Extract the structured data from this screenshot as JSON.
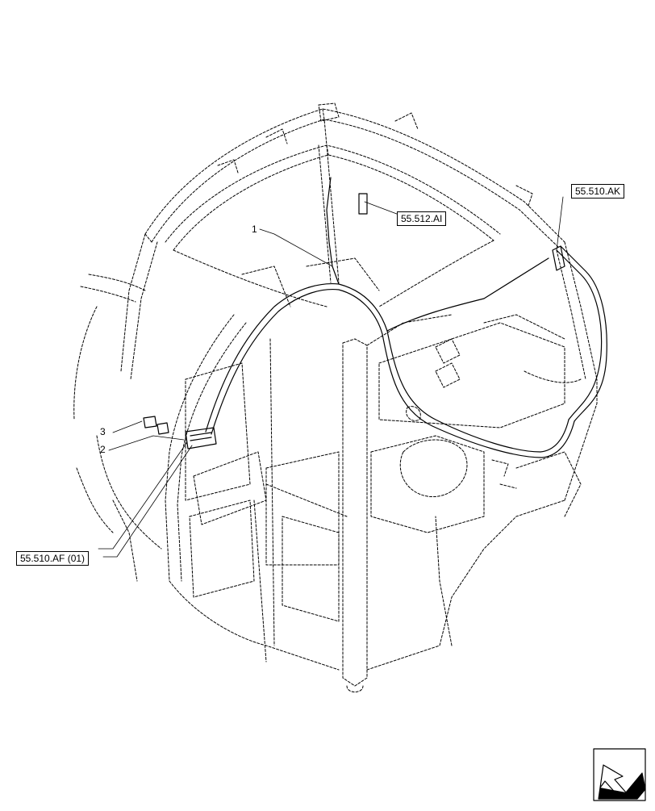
{
  "diagram": {
    "callouts": [
      {
        "id": "1",
        "label": "1"
      },
      {
        "id": "2",
        "label": "2"
      },
      {
        "id": "3",
        "label": "3"
      }
    ],
    "references": [
      {
        "id": "ref-55-512-ai",
        "label": "55.512.AI"
      },
      {
        "id": "ref-55-510-ak",
        "label": "55.510.AK"
      },
      {
        "id": "ref-55-510-af",
        "label": "55.510.AF (01)"
      }
    ],
    "nav_icon": "next-page-arrow-icon"
  }
}
